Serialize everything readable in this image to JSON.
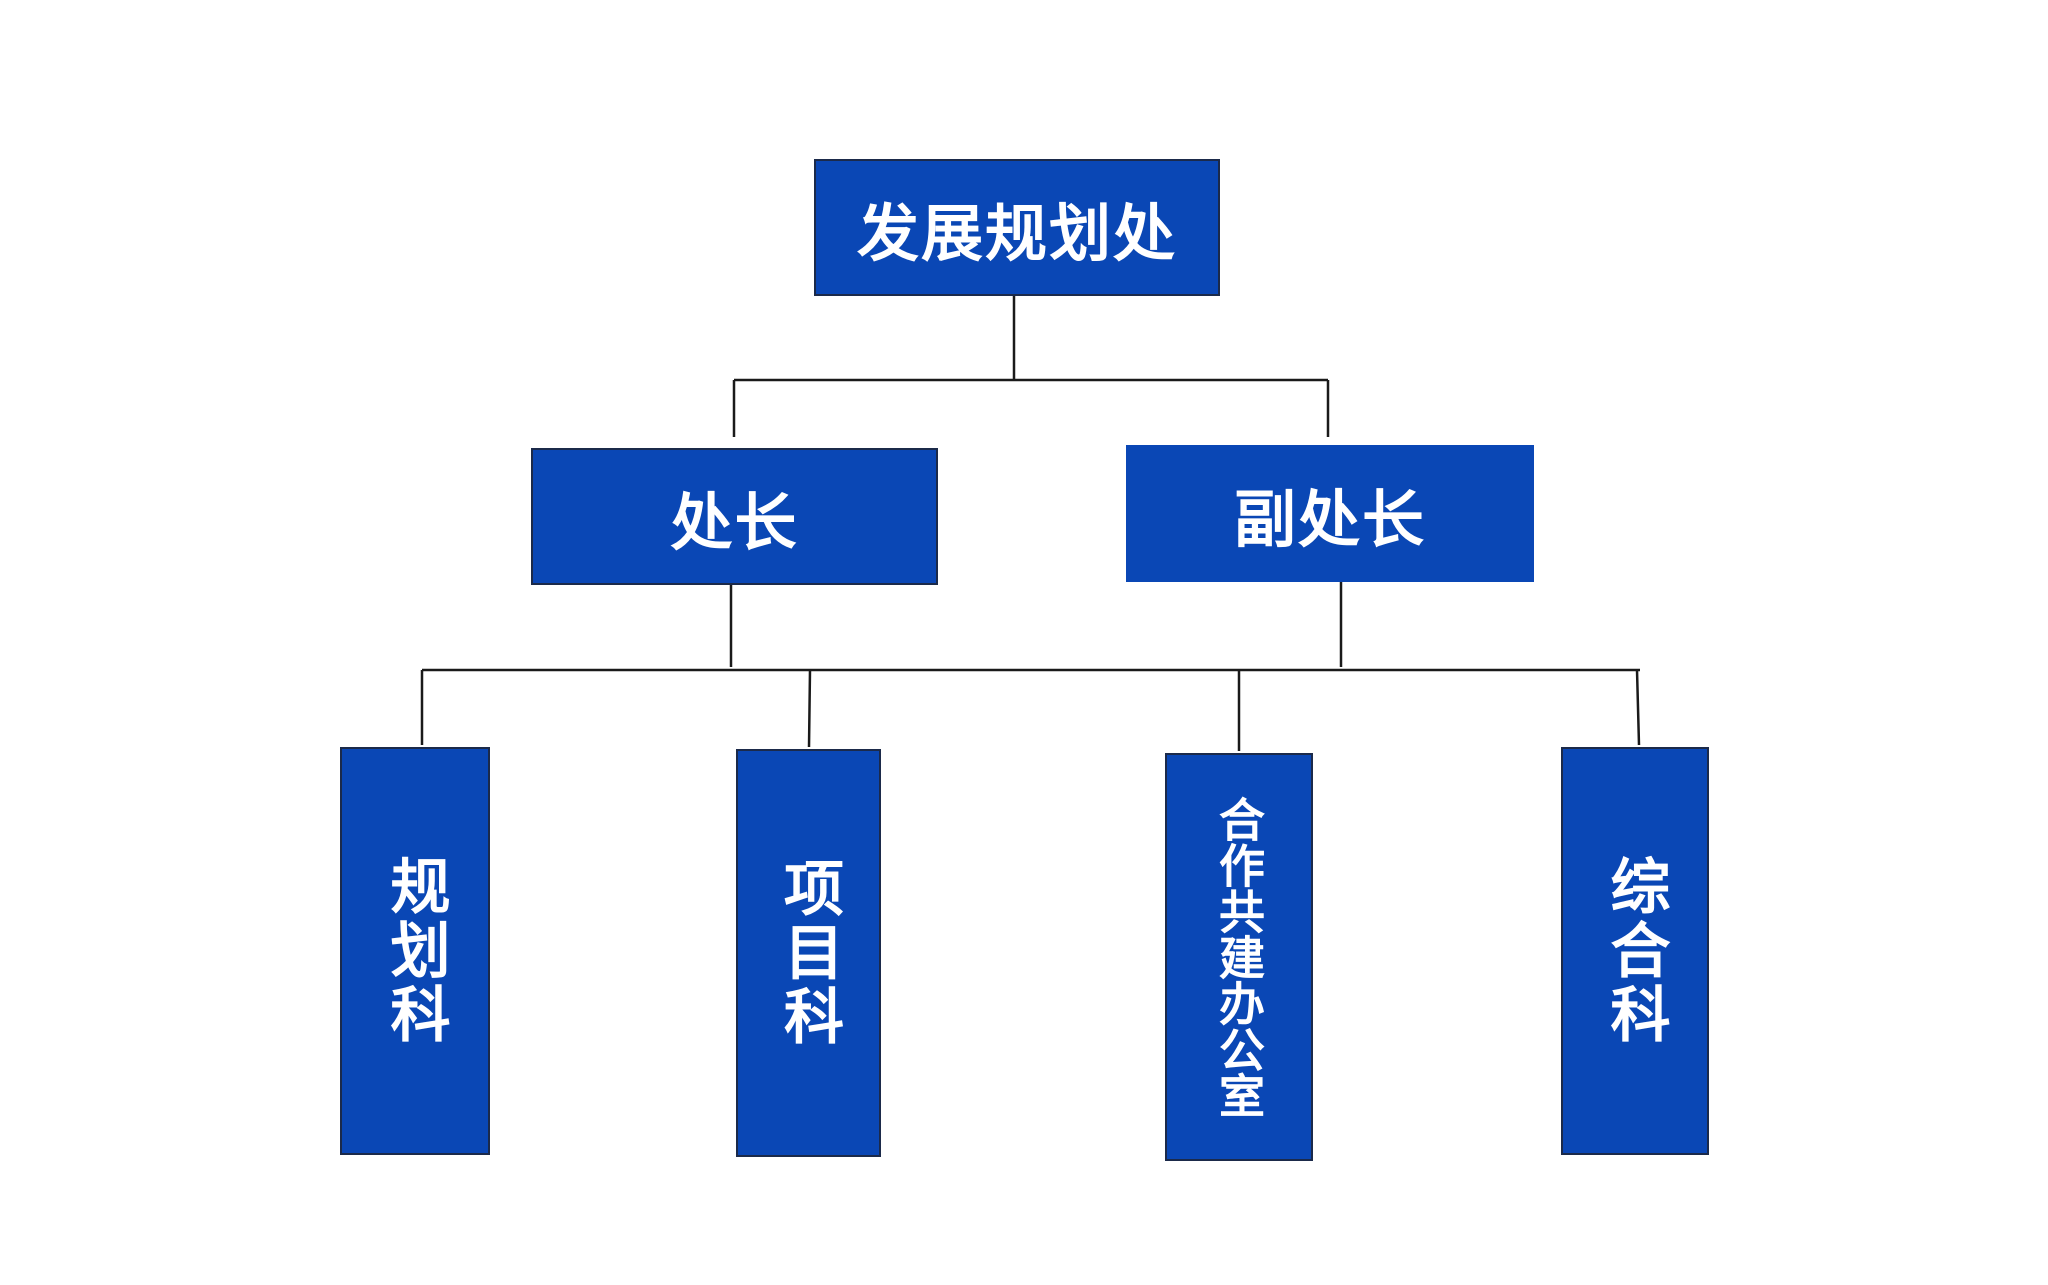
{
  "org_chart": {
    "root": {
      "label": "发展规划处"
    },
    "level2": [
      {
        "label": "处长"
      },
      {
        "label": "副处长"
      }
    ],
    "departments": [
      {
        "label": "规划科"
      },
      {
        "label": "项目科"
      },
      {
        "label": "合作共建办公室"
      },
      {
        "label": "综合科"
      }
    ]
  },
  "colors": {
    "box_fill": "#0a47b5",
    "box_border": "#1b2a4a",
    "box_text": "#ffffff",
    "connector": "#1a1a1a",
    "background": "#ffffff"
  }
}
